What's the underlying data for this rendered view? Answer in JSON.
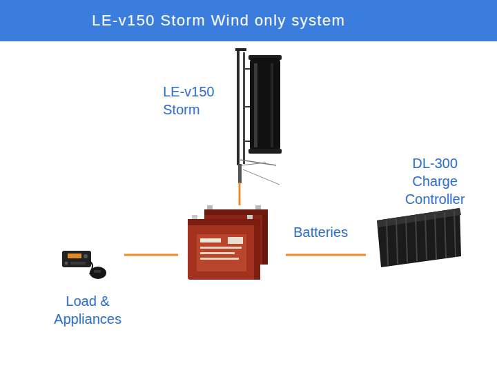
{
  "diagram": {
    "title": "LE-v150 Storm Wind only system",
    "nodes": [
      {
        "text": [
          "LE-v150 Storm"
        ]
      },
      {
        "text": [
          "Batteries"
        ]
      },
      {
        "text": [
          "DL-300 Charge Controller"
        ]
      },
      {
        "text": [
          "Load & Appliances"
        ]
      }
    ],
    "edges": [
      {
        "from": 0,
        "to": 1,
        "arrow": "none"
      },
      {
        "from": 3,
        "to": 1,
        "arrow": "none"
      },
      {
        "from": 1,
        "to": 2,
        "arrow": "none"
      }
    ]
  }
}
